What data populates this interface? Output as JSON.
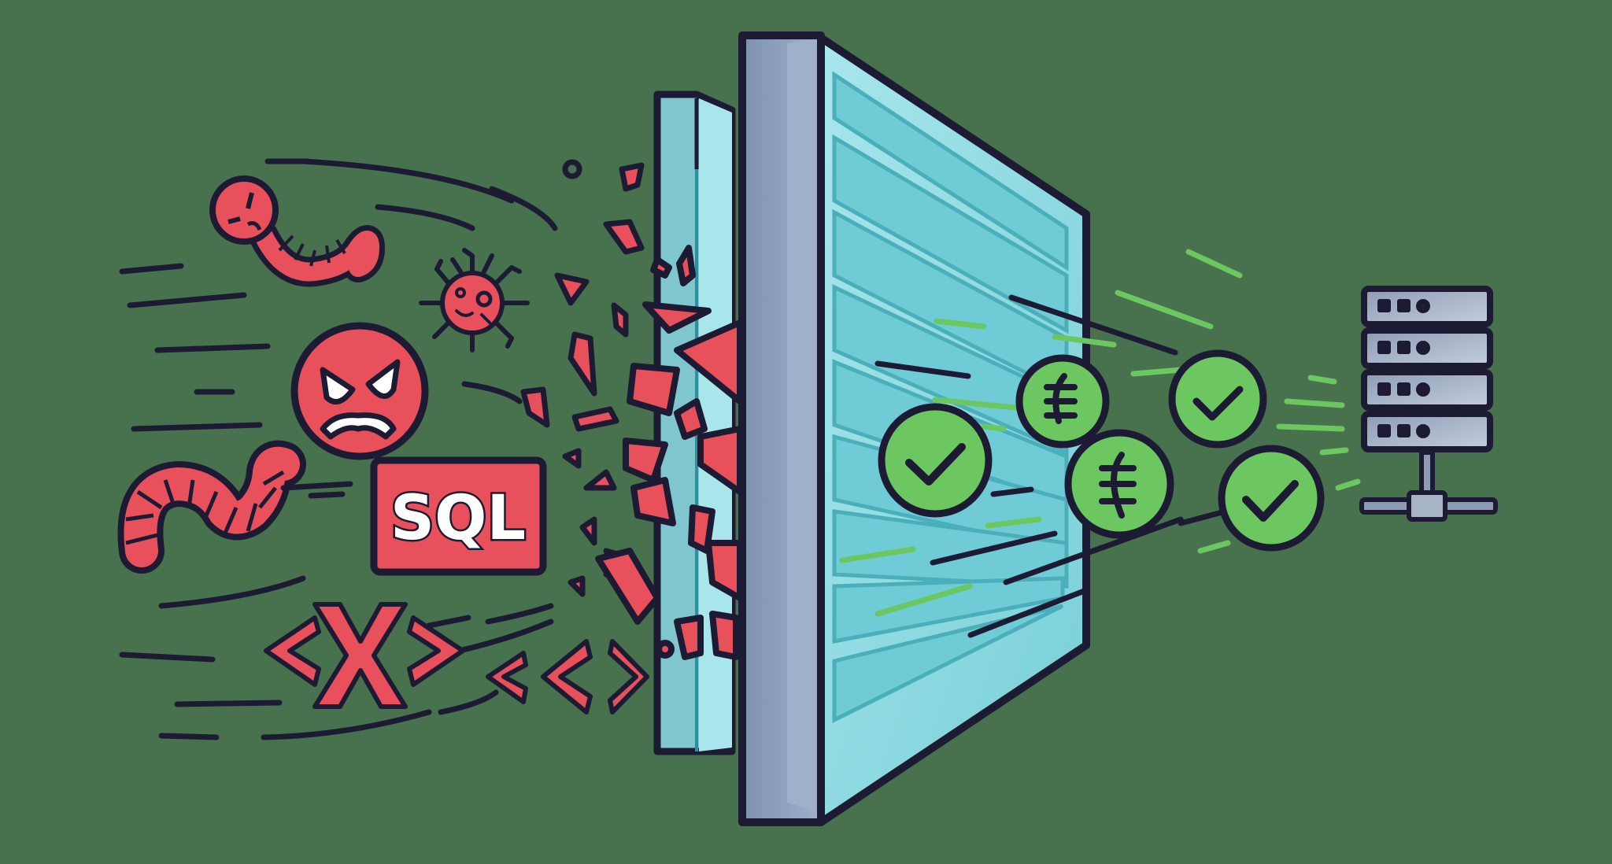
{
  "illustration": {
    "concept": "web application firewall blocking threats and passing legitimate traffic",
    "background_color": "#48714E",
    "threats": {
      "worm_top": {
        "icon": "angry-worm-icon"
      },
      "angry_face": {
        "icon": "angry-face-icon"
      },
      "virus": {
        "icon": "virus-icon"
      },
      "worm_bottom": {
        "icon": "worm-icon"
      },
      "sql_badge": {
        "label": "SQL",
        "icon": "sql-injection-icon"
      },
      "xss_tag": {
        "label": "<X>",
        "icon": "xss-tag-icon"
      },
      "code_tag": {
        "label": "<<>",
        "icon": "code-tag-icon"
      }
    },
    "firewall": {
      "icon": "firewall-wall-icon",
      "color_glass": "#7FD3DB",
      "color_frame": "#8A9BB8"
    },
    "allowed_traffic": {
      "check_badges": 3,
      "euro_badges": 2,
      "euro_symbol": "€",
      "check_symbol": "✓",
      "badge_color": "#6CC760"
    },
    "server": {
      "icon": "server-rack-icon",
      "units": 4
    }
  },
  "colors": {
    "threat_red": "#E8515C",
    "outline": "#1C1B33",
    "safe_green": "#6CC760",
    "glass": "#7FD3DB",
    "frame": "#8A9BB8",
    "server_face": "#A7B3C7"
  }
}
